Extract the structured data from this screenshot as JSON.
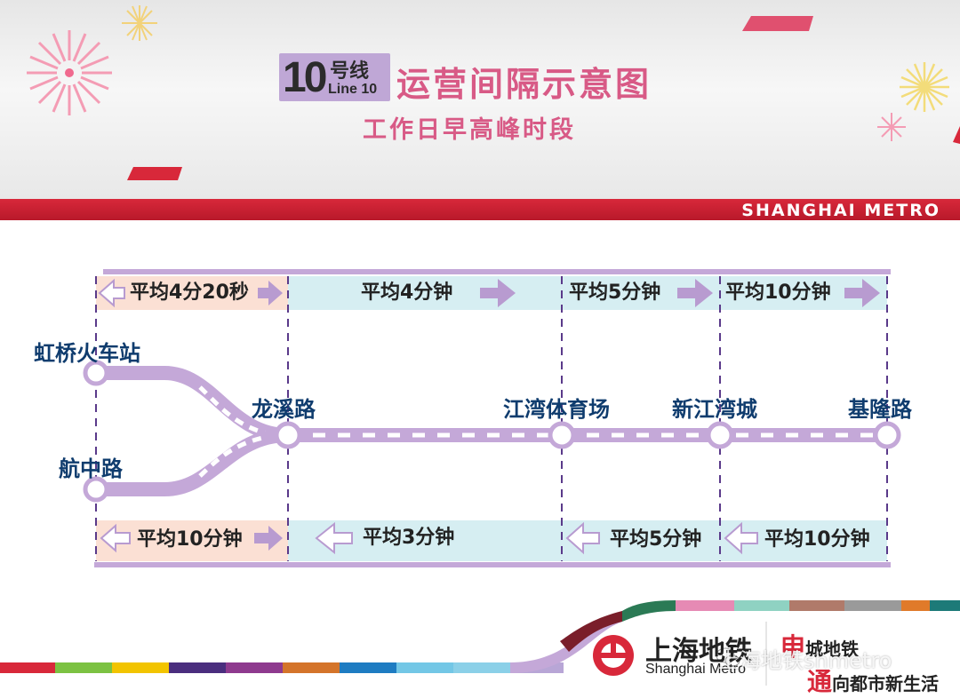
{
  "header": {
    "line_badge_number": "10",
    "line_badge_hao": "号线",
    "line_badge_en": "Line 10",
    "title": "运营间隔示意图",
    "subtitle": "工作日早高峰时段",
    "metro_banner": "SHANGHAI METRO"
  },
  "stations": {
    "hongqiao": "虹桥火车站",
    "hangzhong": "航中路",
    "longxi": "龙溪路",
    "jiangwan": "江湾体育场",
    "xinjiangwan": "新江湾城",
    "jilong": "基隆路"
  },
  "intervals": {
    "outbound": [
      {
        "label": "平均4分20秒",
        "direction": "both"
      },
      {
        "label": "平均4分钟",
        "direction": "right"
      },
      {
        "label": "平均5分钟",
        "direction": "right"
      },
      {
        "label": "平均10分钟",
        "direction": "right"
      }
    ],
    "inbound": [
      {
        "label": "平均10分钟",
        "direction": "both"
      },
      {
        "label": "平均3分钟",
        "direction": "left"
      },
      {
        "label": "平均5分钟",
        "direction": "left"
      },
      {
        "label": "平均10分钟",
        "direction": "left"
      }
    ]
  },
  "footer": {
    "logo_cn": "上海地铁",
    "logo_en": "Shanghai Metro",
    "slogan_line1_big": "申",
    "slogan_line1": "城地铁",
    "slogan_line2_big": "通",
    "slogan_line2": "向都市新生活",
    "watermark": "上海地铁shmetro"
  },
  "colors": {
    "line_purple": "#c4a8d8",
    "title_pink": "#d85a86",
    "banner_red": "#d8283a",
    "station_text": "#0f3c6e",
    "box_peach": "#fbe0d4",
    "box_blue": "#d6eef2",
    "arrow_purple": "#b89bd0"
  },
  "icons": [
    "firework-icon",
    "arrow-right-icon",
    "arrow-left-icon",
    "station-circle-icon",
    "metro-logo-icon",
    "wechat-icon"
  ]
}
